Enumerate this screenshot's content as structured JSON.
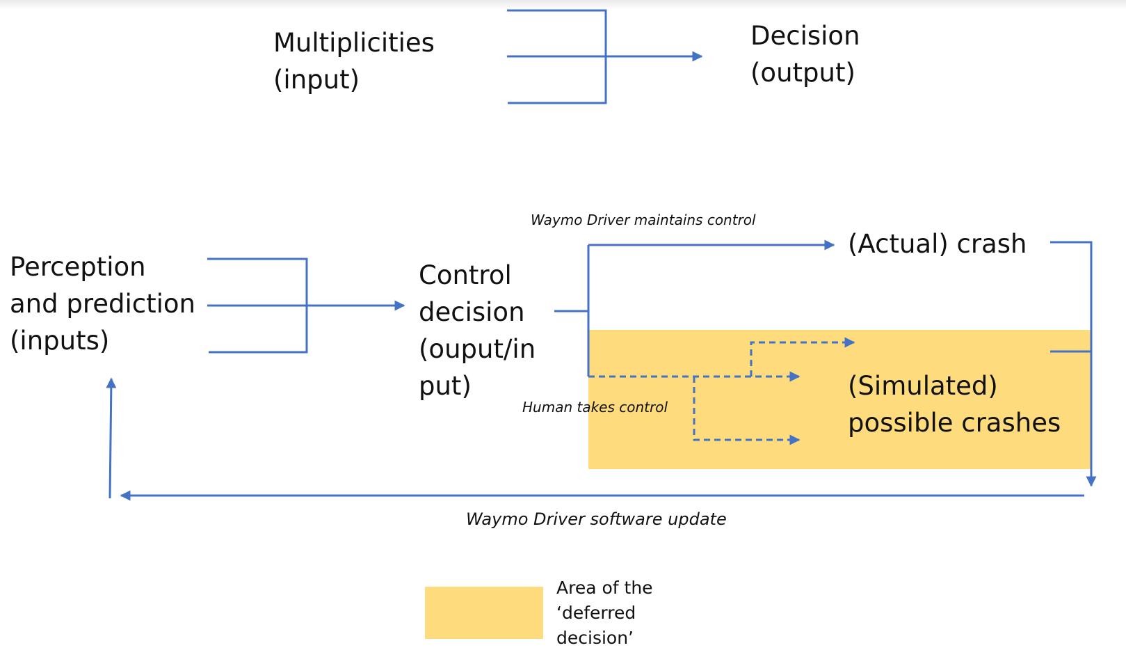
{
  "top_diagram": {
    "input_label": "Multiplicities\n(input)",
    "output_label": "Decision\n(output)"
  },
  "bottom_diagram": {
    "inputs_label": "Perception\nand prediction\n(inputs)",
    "control_label": "Control\ndecision\n(ouput/in\nput)",
    "maintains_control_label": "Waymo Driver maintains control",
    "human_control_label": "Human takes control",
    "actual_crash_label": "(Actual) crash",
    "simulated_crash_label": "(Simulated)\npossible crashes",
    "software_update_label": "Waymo Driver software update"
  },
  "legend": {
    "label": "Area of the\n‘deferred\ndecision’"
  },
  "colors": {
    "line": "#4472c4",
    "deferred_area": "#fedb7c",
    "text": "#111111"
  }
}
